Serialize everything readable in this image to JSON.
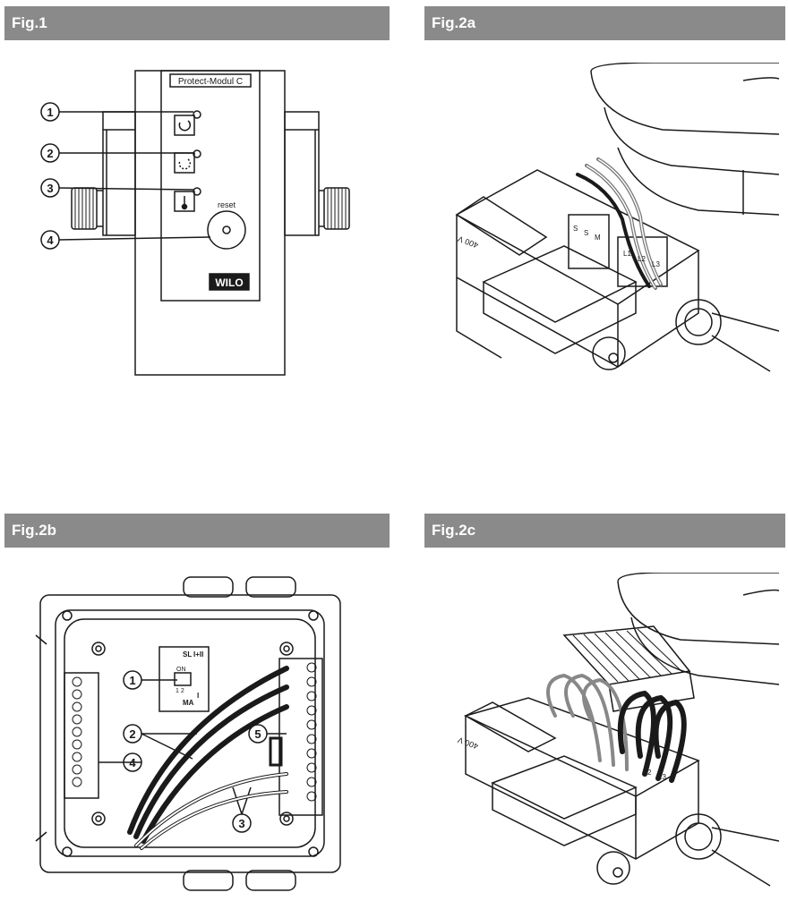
{
  "figures": {
    "fig1": {
      "title": "Fig.1",
      "module_label": "Protect-Modul C",
      "reset_label": "reset",
      "brand": "WILO",
      "callouts": [
        "1",
        "2",
        "3",
        "4"
      ]
    },
    "fig2a": {
      "title": "Fig.2a",
      "terminal_labels_left": [
        "S",
        "S",
        "M"
      ],
      "terminal_labels_right": [
        "L1",
        "L2",
        "L3"
      ],
      "voltage_label": "400 V"
    },
    "fig2b": {
      "title": "Fig.2b",
      "callouts": [
        "1",
        "2",
        "3",
        "4",
        "5"
      ],
      "switch_labels": {
        "sl": "SL",
        "ii": "I+II",
        "on": "ON",
        "num": "1 2",
        "i": "I",
        "ma": "MA"
      }
    },
    "fig2c": {
      "title": "Fig.2c",
      "terminal_labels_right": [
        "2",
        "L3"
      ],
      "voltage_label": "400 V"
    }
  },
  "colors": {
    "header_bg": "#8a8a8a",
    "header_text": "#ffffff",
    "line": "#1a1a1a"
  }
}
